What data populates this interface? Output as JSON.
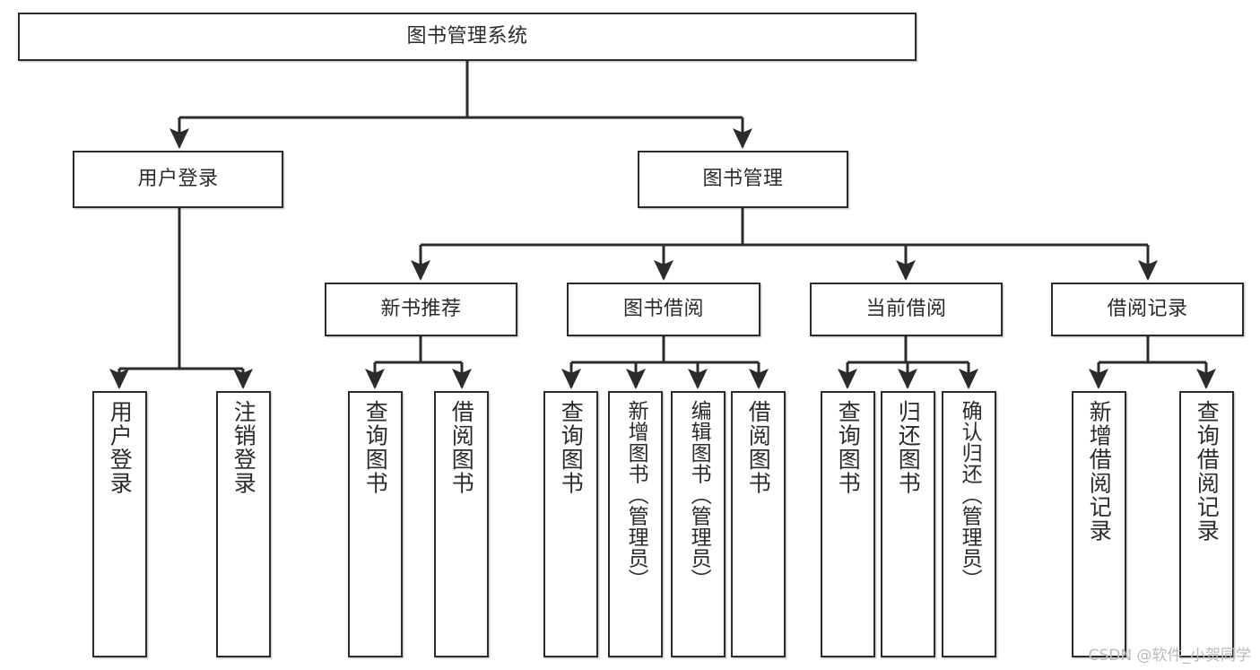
{
  "diagram": {
    "title": "图书管理系统",
    "type": "tree",
    "levels": 4,
    "colors": {
      "stroke": "#2b2b2b",
      "fill": "#ffffff",
      "text": "#2b2b2b",
      "watermark": "#b9b9b9"
    },
    "root": {
      "label": "图书管理系统"
    },
    "level2": [
      {
        "label": "用户登录"
      },
      {
        "label": "图书管理"
      }
    ],
    "level3": [
      {
        "label": "新书推荐"
      },
      {
        "label": "图书借阅"
      },
      {
        "label": "当前借阅"
      },
      {
        "label": "借阅记录"
      }
    ],
    "leaves_user_login": [
      {
        "label": "用户登录"
      },
      {
        "label": "注销登录"
      }
    ],
    "leaves_new_book": [
      {
        "label": "查询图书"
      },
      {
        "label": "借阅图书"
      }
    ],
    "leaves_book_borrow": [
      {
        "label": "查询图书"
      },
      {
        "label": "新增图书（管理员）"
      },
      {
        "label": "编辑图书（管理员）"
      },
      {
        "label": "借阅图书"
      }
    ],
    "leaves_current_borrow": [
      {
        "label": "查询图书"
      },
      {
        "label": "归还图书"
      },
      {
        "label": "确认归还（管理员）"
      }
    ],
    "leaves_borrow_record": [
      {
        "label": "新增借阅记录"
      },
      {
        "label": "查询借阅记录"
      }
    ]
  },
  "watermark": {
    "text": "CSDN @软件_小贺同学"
  }
}
